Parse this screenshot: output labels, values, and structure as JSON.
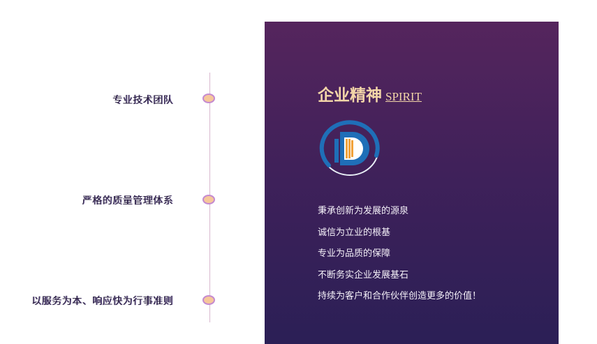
{
  "timeline": {
    "items": [
      {
        "label": "专业技术团队"
      },
      {
        "label": "严格的质量管理体系"
      },
      {
        "label": "以服务为本、响应快为行事准则"
      }
    ]
  },
  "panel": {
    "title_cn": "企业精神",
    "title_en": "SPIRIT",
    "logo_icon": "company-logo-d-icon",
    "values": [
      "秉承创新为发展的源泉",
      "诚信为立业的根基",
      "专业为品质的保障",
      "不断务实企业发展基石",
      "持续为客户和合作伙伴创造更多的价值！"
    ]
  },
  "colors": {
    "panel_top": "#55255d",
    "panel_bottom": "#2b1f56",
    "title_gold": "#f3d6a8",
    "dot_fill": "#f6c79a",
    "dot_border": "#c48ad0",
    "logo_blue": "#1f6fb8",
    "logo_orange": "#f2a23a"
  }
}
